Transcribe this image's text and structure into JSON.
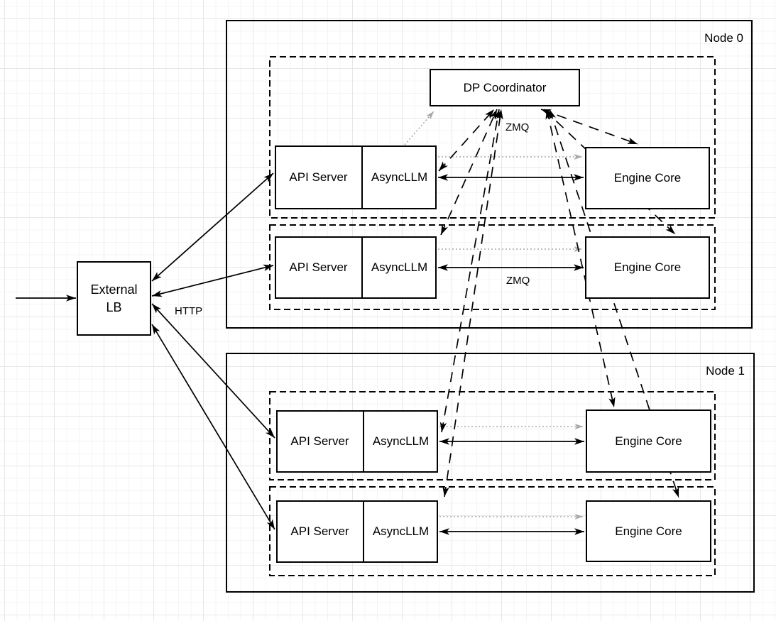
{
  "diagram": {
    "external_lb": {
      "label": "External LB",
      "http_label": "HTTP"
    },
    "dp_coordinator_label": "DP Coordinator",
    "zmq_label_top": "ZMQ",
    "nodes": [
      {
        "label": "Node 0",
        "rows": [
          {
            "api_server": "API Server",
            "async_llm": "AsyncLLM",
            "engine_core": "Engine Core"
          },
          {
            "api_server": "API Server",
            "async_llm": "AsyncLLM",
            "engine_core": "Engine Core",
            "zmq_label": "ZMQ"
          }
        ]
      },
      {
        "label": "Node 1",
        "rows": [
          {
            "api_server": "API Server",
            "async_llm": "AsyncLLM",
            "engine_core": "Engine Core"
          },
          {
            "api_server": "API Server",
            "async_llm": "AsyncLLM",
            "engine_core": "Engine Core"
          }
        ]
      }
    ]
  },
  "colors": {
    "line": "#000000",
    "gray_arrow": "#a8a8a8",
    "box_fill": "#ffffff",
    "grid_minor": "#f4f4f4",
    "grid_major": "#e7e7e7"
  }
}
